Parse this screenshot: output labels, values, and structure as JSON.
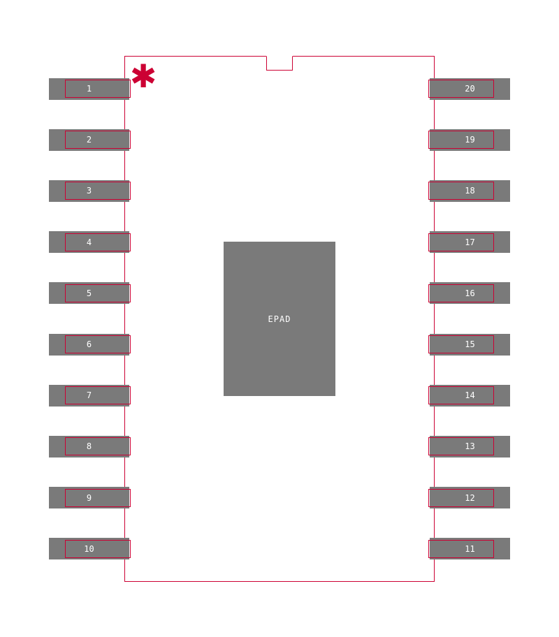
{
  "diagram": {
    "pin1_marker": "✱",
    "epad_label": "EPAD",
    "left_pins": [
      "1",
      "2",
      "3",
      "4",
      "5",
      "6",
      "7",
      "8",
      "9",
      "10"
    ],
    "right_pins": [
      "20",
      "19",
      "18",
      "17",
      "16",
      "15",
      "14",
      "13",
      "12",
      "11"
    ],
    "colors": {
      "pad_gray": "#7a7a7a",
      "outline_red": "#cc0033",
      "pin_text": "#ffffff",
      "background": "#ffffff"
    }
  }
}
